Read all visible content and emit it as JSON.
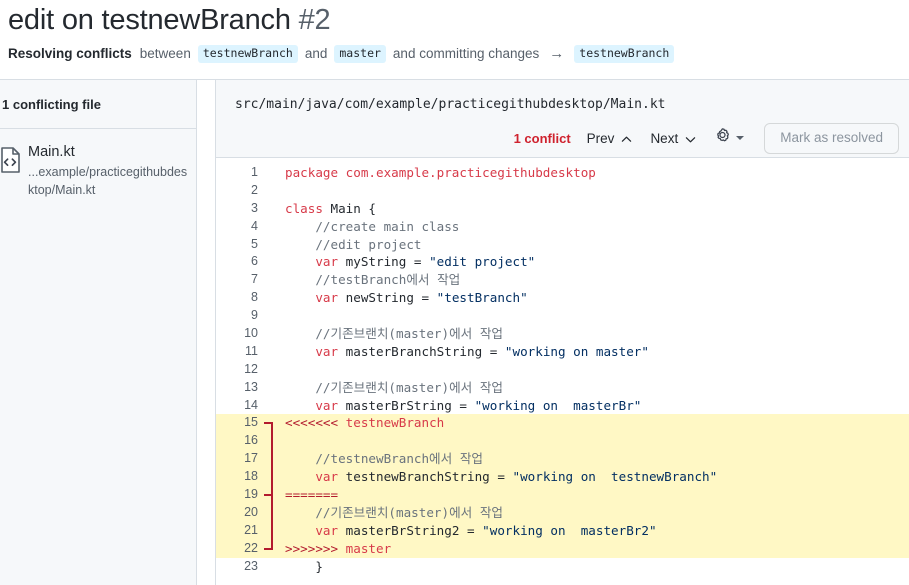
{
  "header": {
    "title": "edit on testnewBranch",
    "number": "#2",
    "subtitle": {
      "strong": "Resolving conflicts",
      "between": "between",
      "branch_a": "testnewBranch",
      "and": "and",
      "branch_b": "master",
      "suffix": "and committing changes",
      "arrow": "→",
      "target_branch": "testnewBranch"
    }
  },
  "sidebar": {
    "heading": "1 conflicting file",
    "file": {
      "icon": "code-file-icon",
      "name": "Main.kt",
      "path": "...example/practicegithubdesktop/Main.kt"
    }
  },
  "editor": {
    "file_path": "src/main/java/com/example/practicegithubdesktop/Main.kt",
    "toolbar": {
      "conflict_count": "1 conflict",
      "prev_label": "Prev",
      "next_label": "Next",
      "settings_icon": "gear-icon",
      "mark_resolved_label": "Mark as resolved"
    },
    "colors": {
      "conflict_red": "#cf222e",
      "marker_red": "#b31b2e",
      "conflict_highlight": "#fff8c5",
      "keyword": "#d73a49",
      "string": "#032f62",
      "comment": "#6a737d",
      "chip_bg": "#ddf4ff"
    }
  },
  "code": {
    "lines": [
      {
        "n": "1",
        "conflict": false,
        "tokens": [
          {
            "t": "package com.example.practicegithubdesktop",
            "c": "p"
          }
        ]
      },
      {
        "n": "2",
        "conflict": false,
        "tokens": []
      },
      {
        "n": "3",
        "conflict": false,
        "tokens": [
          {
            "t": "class",
            "c": "k"
          },
          {
            "t": " Main {",
            "c": "pl"
          }
        ]
      },
      {
        "n": "4",
        "conflict": false,
        "tokens": [
          {
            "t": "    //create main class",
            "c": "c"
          }
        ]
      },
      {
        "n": "5",
        "conflict": false,
        "tokens": [
          {
            "t": "    //edit project",
            "c": "c"
          }
        ]
      },
      {
        "n": "6",
        "conflict": false,
        "tokens": [
          {
            "t": "    ",
            "c": "pl"
          },
          {
            "t": "var",
            "c": "k"
          },
          {
            "t": " myString = ",
            "c": "pl"
          },
          {
            "t": "\"edit project\"",
            "c": "s"
          }
        ]
      },
      {
        "n": "7",
        "conflict": false,
        "tokens": [
          {
            "t": "    //testBranch에서 작업",
            "c": "c"
          }
        ]
      },
      {
        "n": "8",
        "conflict": false,
        "tokens": [
          {
            "t": "    ",
            "c": "pl"
          },
          {
            "t": "var",
            "c": "k"
          },
          {
            "t": " newString = ",
            "c": "pl"
          },
          {
            "t": "\"testBranch\"",
            "c": "s"
          }
        ]
      },
      {
        "n": "9",
        "conflict": false,
        "tokens": []
      },
      {
        "n": "10",
        "conflict": false,
        "tokens": [
          {
            "t": "    //기존브랜치(master)에서 작업",
            "c": "c"
          }
        ]
      },
      {
        "n": "11",
        "conflict": false,
        "tokens": [
          {
            "t": "    ",
            "c": "pl"
          },
          {
            "t": "var",
            "c": "k"
          },
          {
            "t": " masterBranchString = ",
            "c": "pl"
          },
          {
            "t": "\"working on master\"",
            "c": "s"
          }
        ]
      },
      {
        "n": "12",
        "conflict": false,
        "tokens": []
      },
      {
        "n": "13",
        "conflict": false,
        "tokens": [
          {
            "t": "    //기존브랜치(master)에서 작업",
            "c": "c"
          }
        ]
      },
      {
        "n": "14",
        "conflict": false,
        "tokens": [
          {
            "t": "    ",
            "c": "pl"
          },
          {
            "t": "var",
            "c": "k"
          },
          {
            "t": " masterBrString = ",
            "c": "pl"
          },
          {
            "t": "\"working on  masterBr\"",
            "c": "s"
          }
        ]
      },
      {
        "n": "15",
        "conflict": true,
        "marker": "start",
        "tokens": [
          {
            "t": "<<<<<<< ",
            "c": "cm"
          },
          {
            "t": "testnewBranch",
            "c": "cb"
          }
        ]
      },
      {
        "n": "16",
        "conflict": true,
        "tokens": []
      },
      {
        "n": "17",
        "conflict": true,
        "tokens": [
          {
            "t": "    //testnewBranch에서 작업",
            "c": "c"
          }
        ]
      },
      {
        "n": "18",
        "conflict": true,
        "tokens": [
          {
            "t": "    ",
            "c": "pl"
          },
          {
            "t": "var",
            "c": "k"
          },
          {
            "t": " testnewBranchString = ",
            "c": "pl"
          },
          {
            "t": "\"working on  testnewBranch\"",
            "c": "s"
          }
        ]
      },
      {
        "n": "19",
        "conflict": true,
        "marker": "mid",
        "tokens": [
          {
            "t": "=======",
            "c": "cm"
          }
        ]
      },
      {
        "n": "20",
        "conflict": true,
        "tokens": [
          {
            "t": "    //기존브랜치(master)에서 작업",
            "c": "c"
          }
        ]
      },
      {
        "n": "21",
        "conflict": true,
        "tokens": [
          {
            "t": "    ",
            "c": "pl"
          },
          {
            "t": "var",
            "c": "k"
          },
          {
            "t": " masterBrString2 = ",
            "c": "pl"
          },
          {
            "t": "\"working on  masterBr2\"",
            "c": "s"
          }
        ]
      },
      {
        "n": "22",
        "conflict": true,
        "marker": "end",
        "tokens": [
          {
            "t": ">>>>>>> ",
            "c": "cm"
          },
          {
            "t": "master",
            "c": "cb"
          }
        ]
      },
      {
        "n": "23",
        "conflict": false,
        "tokens": [
          {
            "t": "    }",
            "c": "pl"
          }
        ]
      }
    ]
  }
}
